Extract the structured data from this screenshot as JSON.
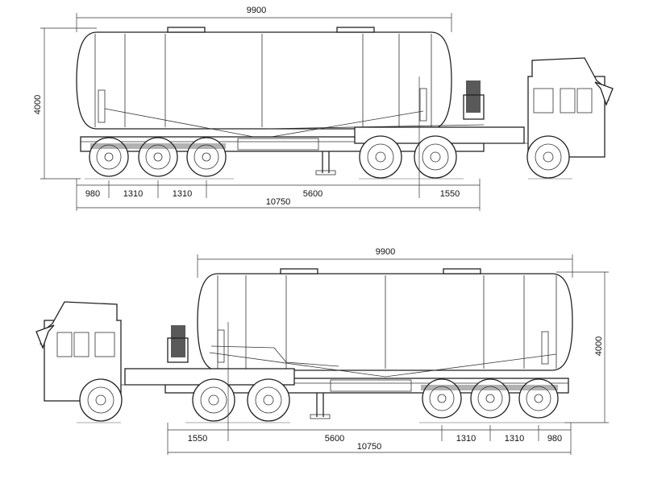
{
  "top_view": {
    "overall_length_upper": "9900",
    "height": "4000",
    "segments": [
      "980",
      "1310",
      "1310",
      "5600",
      "1550"
    ],
    "overall_length_lower": "10750"
  },
  "bottom_view": {
    "overall_length_upper": "9900",
    "height": "4000",
    "segments": [
      "1550",
      "5600",
      "1310",
      "1310",
      "980"
    ],
    "overall_length_lower": "10750"
  }
}
